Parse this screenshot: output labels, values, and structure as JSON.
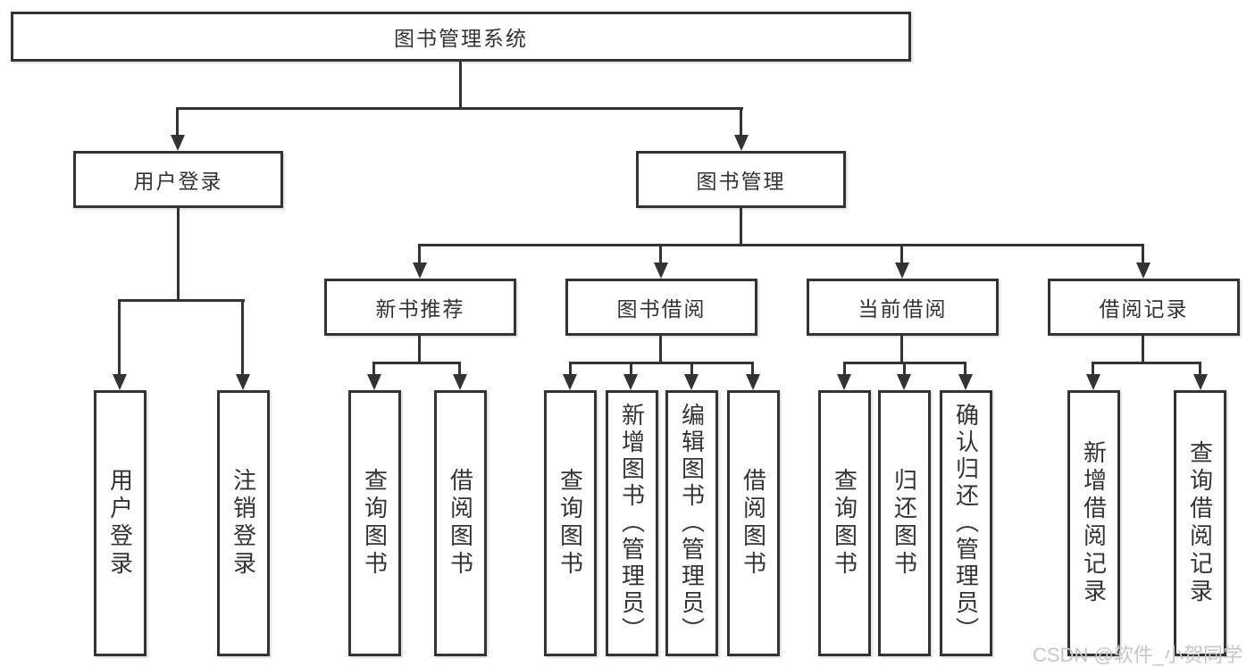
{
  "diagram": {
    "root": {
      "label": "图书管理系统"
    },
    "branches": [
      {
        "label": "用户登录",
        "children": [
          {
            "label": "用户登录"
          },
          {
            "label": "注销登录"
          }
        ]
      },
      {
        "label": "图书管理",
        "children": [
          {
            "label": "新书推荐",
            "children": [
              {
                "label": "查询图书"
              },
              {
                "label": "借阅图书"
              }
            ]
          },
          {
            "label": "图书借阅",
            "children": [
              {
                "label": "查询图书"
              },
              {
                "label": "新增图书（管理员）"
              },
              {
                "label": "编辑图书（管理员）"
              },
              {
                "label": "借阅图书"
              }
            ]
          },
          {
            "label": "当前借阅",
            "children": [
              {
                "label": "查询图书"
              },
              {
                "label": "归还图书"
              },
              {
                "label": "确认归还（管理员）"
              }
            ]
          },
          {
            "label": "借阅记录",
            "children": [
              {
                "label": "新增借阅记录"
              },
              {
                "label": "查询借阅记录"
              }
            ]
          }
        ]
      }
    ]
  },
  "watermark": {
    "text": "CSDN @软件_小贺同学"
  },
  "colors": {
    "line": "#333333",
    "text": "#333333",
    "watermark": "#c6c6c6",
    "background": "#ffffff"
  }
}
